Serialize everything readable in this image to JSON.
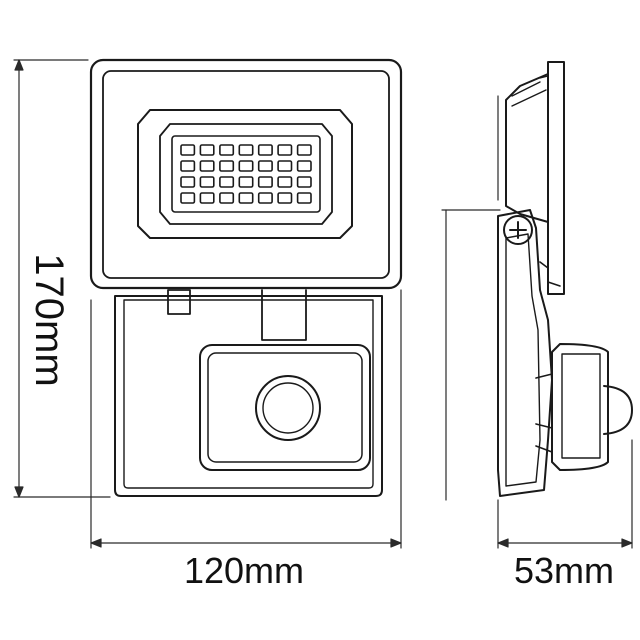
{
  "dimensions": {
    "height_label": "170mm",
    "width_label": "120mm",
    "depth_label": "53mm"
  },
  "led_grid": {
    "rows": 4,
    "cols": 7
  },
  "colors": {
    "line": "#1a1a1a",
    "background": "#ffffff"
  }
}
